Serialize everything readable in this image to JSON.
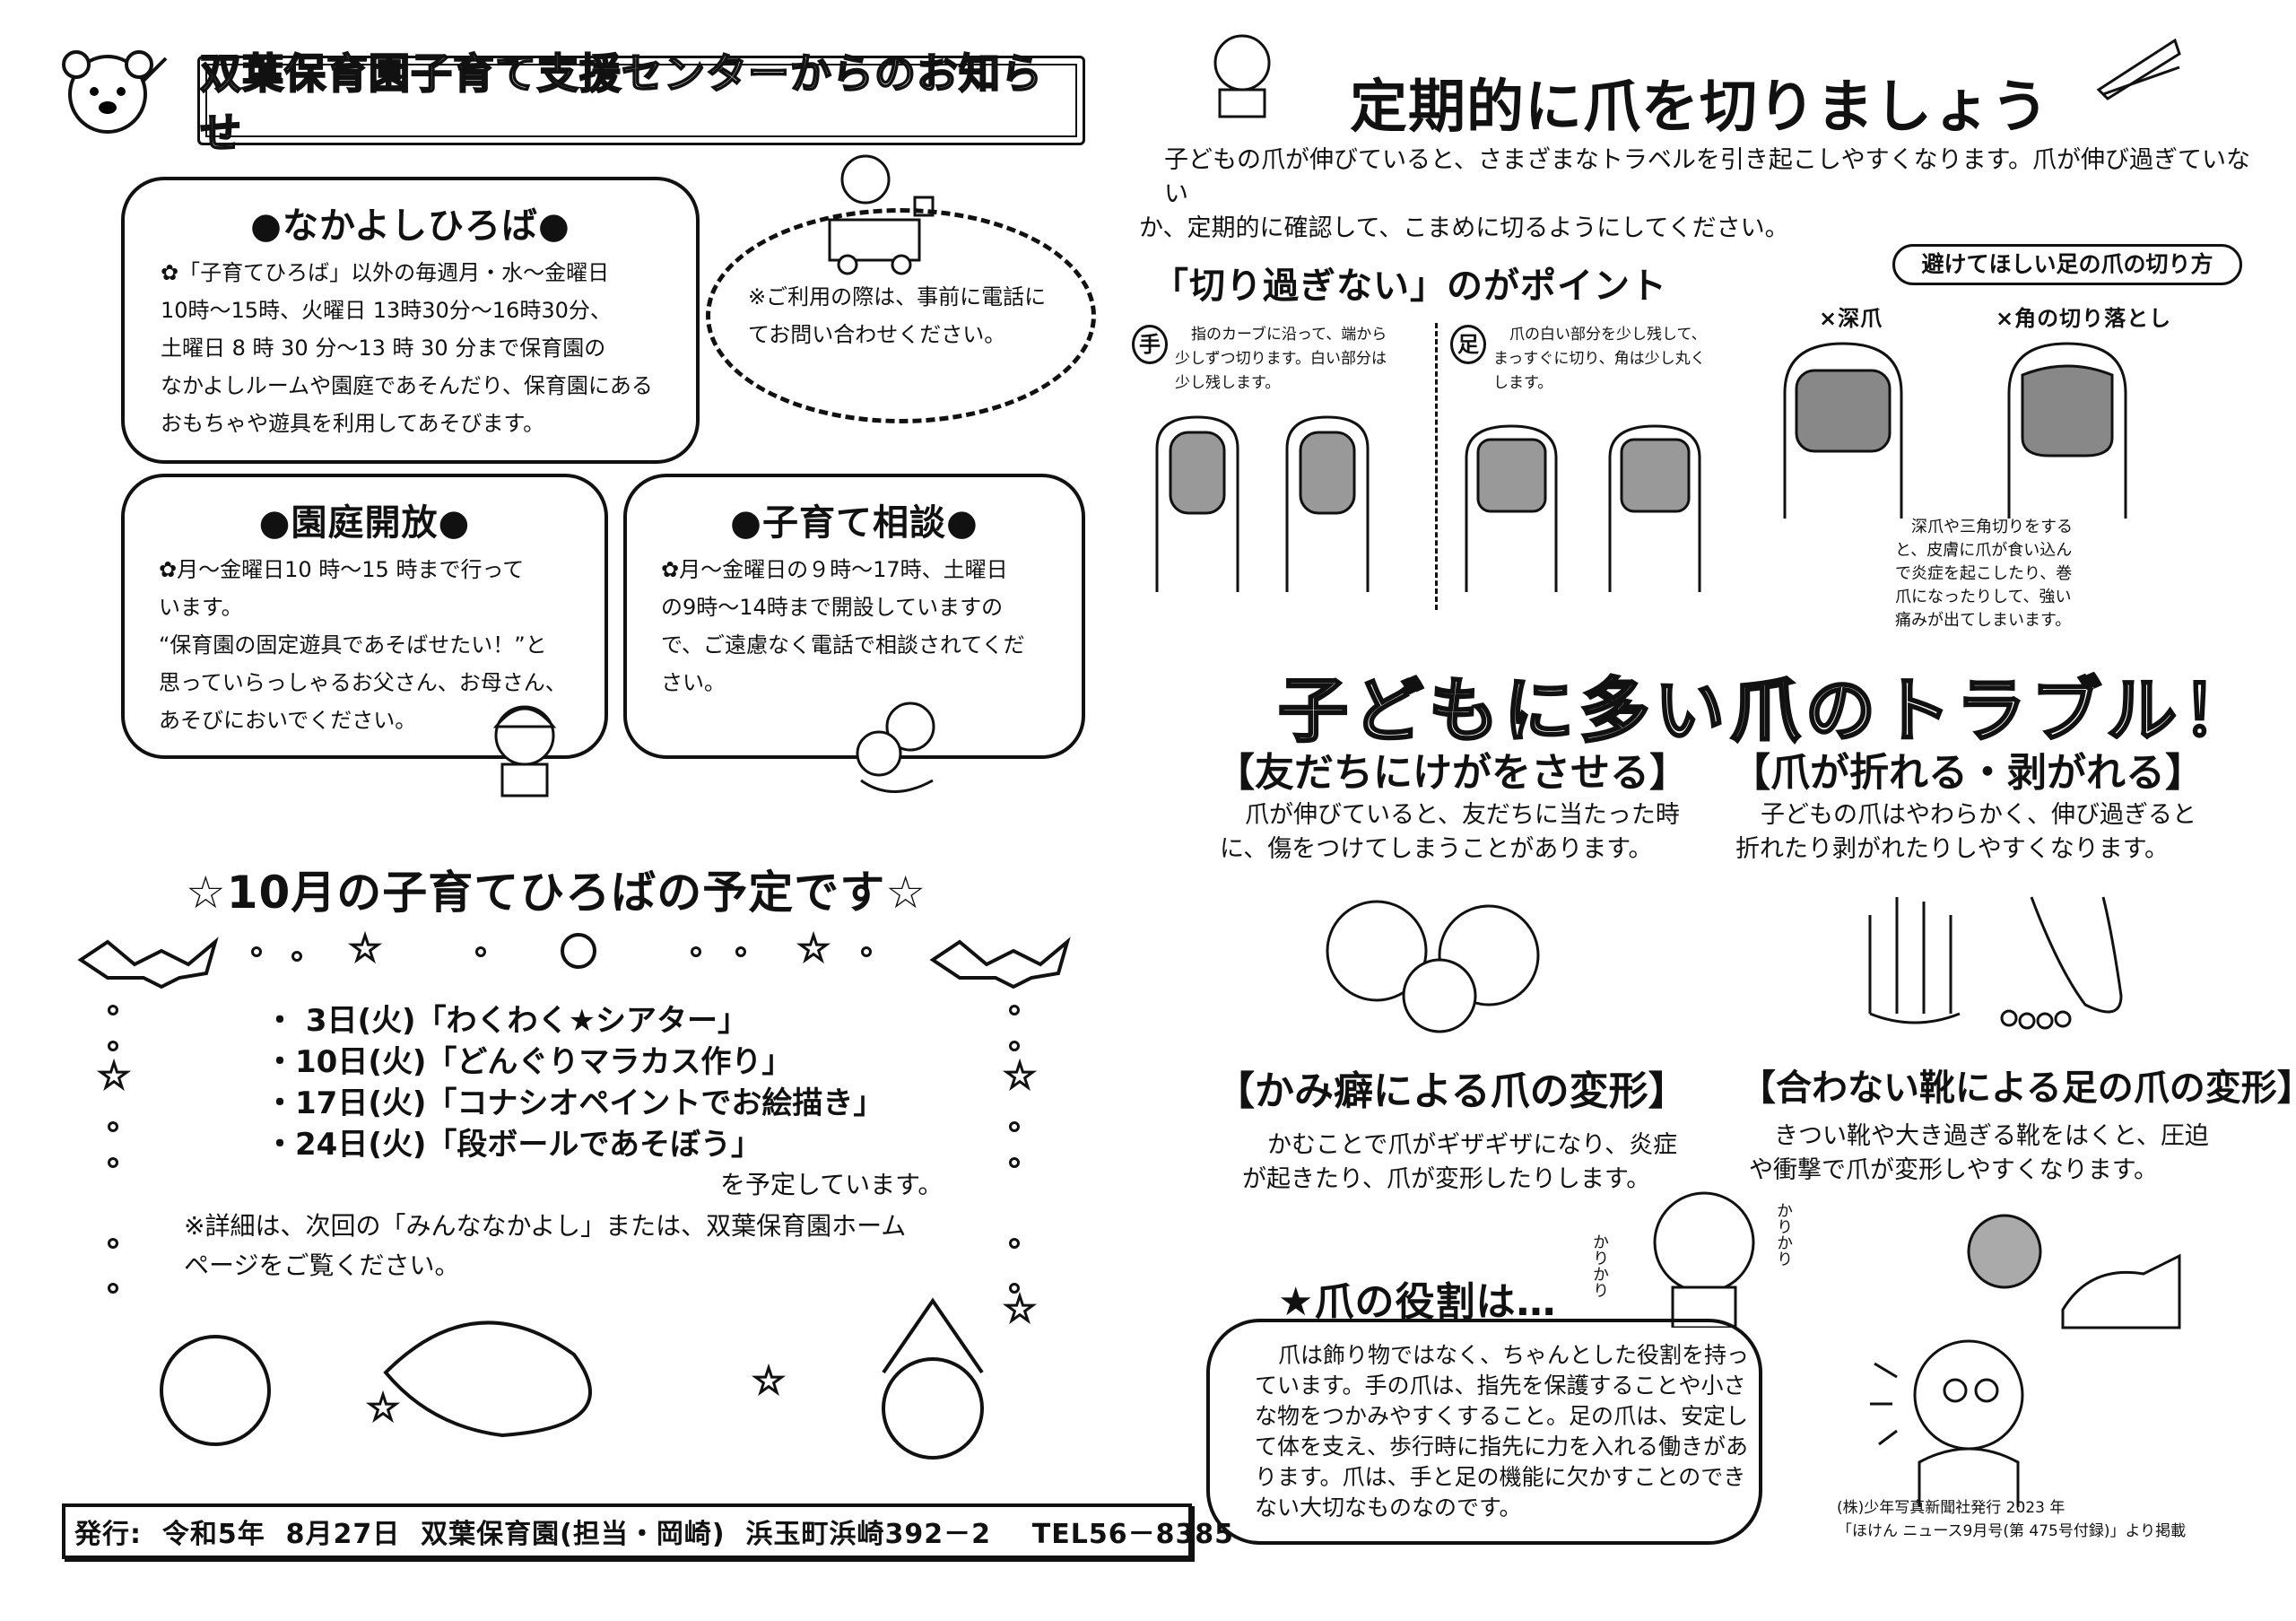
{
  "left": {
    "banner_title": "双葉保育園子育て支援センターからのお知らせ",
    "nakayoshi": {
      "title": "●なかよしひろば●",
      "lines": [
        "✿「子育てひろば」以外の毎週月・水～金曜日",
        "10時～15時、火曜日 13時30分～16時30分、",
        "土曜日 8 時 30 分～13 時 30 分まで保育園の",
        "なかよしルームや園庭であそんだり、保育園にある",
        "おもちゃや遊具を利用してあそびます。"
      ]
    },
    "note": {
      "lines": [
        "※ご利用の際は、事前に電話に",
        "てお問い合わせください。"
      ]
    },
    "garden": {
      "title": "●園庭開放●",
      "lines": [
        "✿月～金曜日10 時～15 時まで行って",
        "います。",
        "“保育園の固定遊具であそばせたい！”と",
        "思っていらっしゃるお父さん、お母さん、",
        "あそびにおいでください。"
      ]
    },
    "consult": {
      "title": "●子育て相談●",
      "lines": [
        "✿月～金曜日の９時～17時、土曜日",
        "の9時～14時まで開設していますの",
        "で、ご遠慮なく電話で相談されてくだ",
        "さい。"
      ]
    },
    "schedule": {
      "title": "☆10月の子育てひろばの予定です☆",
      "items": [
        "・ 3日(火)「わくわく★シアター」",
        "・10日(火)「どんぐりマラカス作り」",
        "・17日(火)「コナシオペイントでお絵描き」",
        "・24日(火)「段ボールであそぼう」"
      ],
      "closing": "を予定しています。",
      "note_lines": [
        "※詳細は、次回の「みんななかよし」または、双葉保育園ホーム",
        "ページをご覧ください。"
      ]
    },
    "footer": "発行:  令和5年  8月27日  双葉保育園(担当・岡崎)  浜玉町浜崎392－2    TEL56－8385"
  },
  "right": {
    "title": "定期的に爪を切りましょう",
    "intro_lines": [
      "子どもの爪が伸びていると、さまざまなトラベルを引き起こしやすくなります。爪が伸び過ぎていない",
      "か、定期的に確認して、こまめに切るようにしてください。"
    ],
    "point_heading": "「切り過ぎない」のがポイント",
    "hand": {
      "badge": "手",
      "lines": [
        "指のカーブに沿って、端から",
        "少しずつ切ります。白い部分は",
        "少し残します。"
      ]
    },
    "foot": {
      "badge": "足",
      "lines": [
        "爪の白い部分を少し残して、",
        "まっすぐに切り、角は少し丸く",
        "します。"
      ]
    },
    "avoid": {
      "pill": "避けてほしい足の爪の切り方",
      "deep": "×深爪",
      "corner": "×角の切り落とし",
      "lines": [
        "深爪や三角切りをする",
        "と、皮膚に爪が食い込ん",
        "で炎症を起こしたり、巻",
        "爪になったりして、強い",
        "痛みが出てしまいます。"
      ]
    },
    "trouble_title": "子どもに多い爪のトラブル！",
    "troubles": [
      {
        "heading": "【友だちにけがをさせる】",
        "lines": [
          "爪が伸びていると、友だちに当たった時",
          "に、傷をつけてしまうことがあります。"
        ]
      },
      {
        "heading": "【爪が折れる・剥がれる】",
        "lines": [
          "子どもの爪はやわらかく、伸び過ぎると",
          "折れたり剥がれたりしやすくなります。"
        ]
      },
      {
        "heading": "【かみ癖による爪の変形】",
        "lines": [
          "かむことで爪がギザギザになり、炎症",
          "が起きたり、爪が変形したりします。"
        ]
      },
      {
        "heading": "【合わない靴による足の爪の変形】",
        "lines": [
          "きつい靴や大き過ぎる靴をはくと、圧迫",
          "や衝撃で爪が変形しやすくなります。"
        ]
      }
    ],
    "karikari": "かりかり",
    "role_title": "★爪の役割は…",
    "role_lines": [
      "爪は飾り物ではなく、ちゃんとした役割を持っ",
      "ています。手の爪は、指先を保護することや小さ",
      "な物をつかみやすくすること。足の爪は、安定し",
      "て体を支え、歩行時に指先に力を入れる働きがあ",
      "ります。爪は、手と足の機能に欠かすことのでき",
      "ない大切なものなのです。"
    ],
    "credit_lines": [
      "(株)少年写真新聞社発行 2023 年",
      "「ほけん ニュース9月号(第 475号付録)」より掲載"
    ]
  }
}
